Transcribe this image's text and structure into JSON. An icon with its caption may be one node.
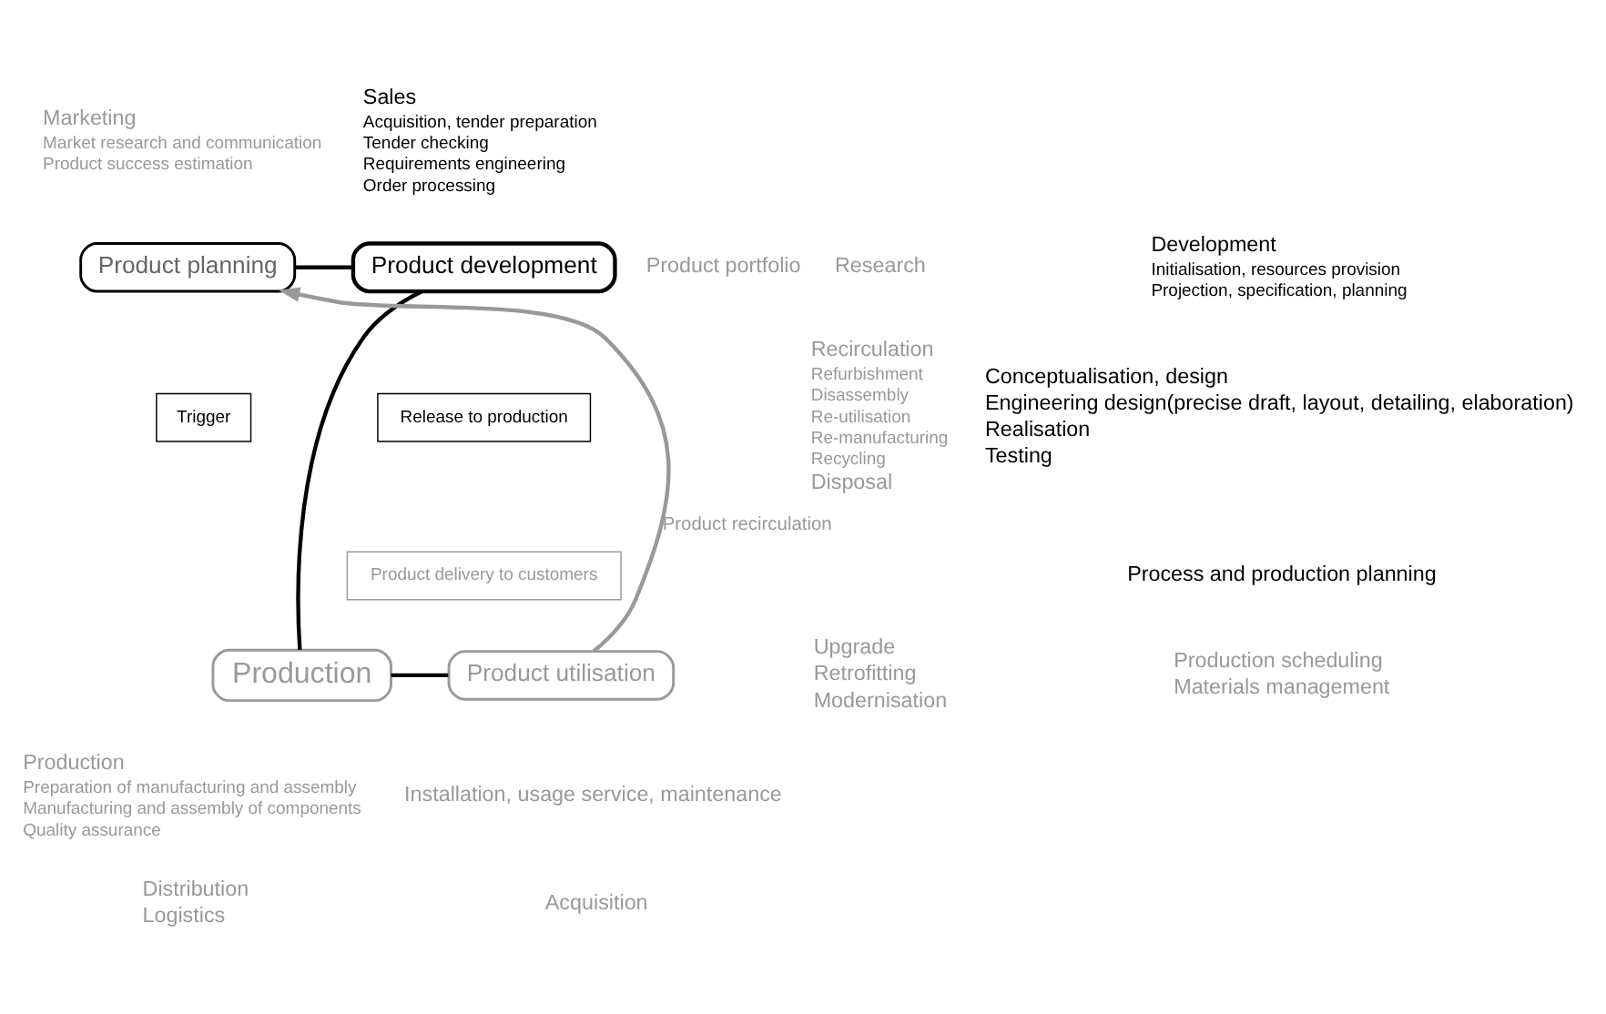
{
  "diagram": {
    "nodes": [
      {
        "text": [
          "Product planning"
        ]
      },
      {
        "text": [
          "Product development"
        ]
      },
      {
        "text": [
          "Production"
        ]
      },
      {
        "text": [
          "Product utilisation"
        ]
      },
      {
        "text": [
          "Trigger"
        ]
      },
      {
        "text": [
          "Release to production"
        ]
      },
      {
        "text": [
          "Product delivery to customers"
        ]
      }
    ],
    "edges": [
      {
        "from": 0,
        "to": 1,
        "arrow": "none"
      },
      {
        "from": 1,
        "to": 2,
        "arrow": "none"
      },
      {
        "from": 2,
        "to": 3,
        "arrow": "none"
      },
      {
        "from": 3,
        "to": 0,
        "arrow": "to",
        "label": "Product recirculation",
        "color": "#999999"
      }
    ],
    "labels": [
      "Marketing",
      "Market research and communication",
      "Product success estimation",
      "Sales",
      "Acquisition, tender preparation",
      "Tender checking",
      "Requirements engineering",
      "Order processing",
      "Product portfolio",
      "Development",
      "Initialisation, resources provision",
      "Projection, specification, planning",
      "Research",
      "Recirculation",
      "Refurbishment",
      "Disassembly",
      "Re-utilisation",
      "Re-manufacturing",
      "Recycling",
      "Conceptualisation, design",
      "Engineering design(precise draft, layout, detailing, elaboration)",
      "Realisation",
      "Testing",
      "Disposal",
      "Process and production planning",
      "Upgrade",
      "Retrofitting",
      "Modernisation",
      "Production scheduling",
      "Materials management",
      "Installation, usage service, maintenance",
      "Production",
      "Preparation of manufacturing and assembly",
      "Manufacturing and assembly of components",
      "Acquisition",
      "Quality assurance",
      "Distribution",
      "Logistics"
    ]
  }
}
